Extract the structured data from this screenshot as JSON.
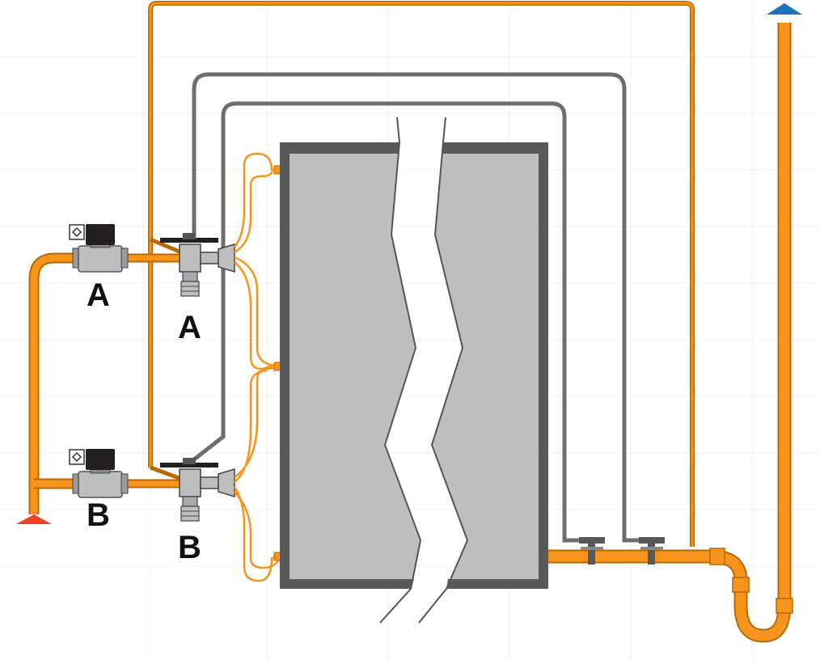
{
  "labels": {
    "solenoid_a": "A",
    "valve_a": "A",
    "solenoid_b": "B",
    "valve_b": "B"
  },
  "colors": {
    "refrigerant_pipe": "#F7941D",
    "pipe_outline": "#B86A00",
    "sensing_line": "#6D6E71",
    "coil_fill": "#BCBEC0",
    "coil_frame": "#58595B",
    "valve_body": "#BCBEC0",
    "solenoid_coil": "#231F20",
    "inlet_arrow": "#EF4123",
    "outlet_arrow": "#1C75BC",
    "distributor_line": "#F7941D"
  },
  "icons": {
    "inlet": "arrow-up-icon",
    "outlet": "arrow-up-icon",
    "solenoid": "solenoid-valve-icon",
    "expansion_valve": "expansion-valve-icon"
  }
}
